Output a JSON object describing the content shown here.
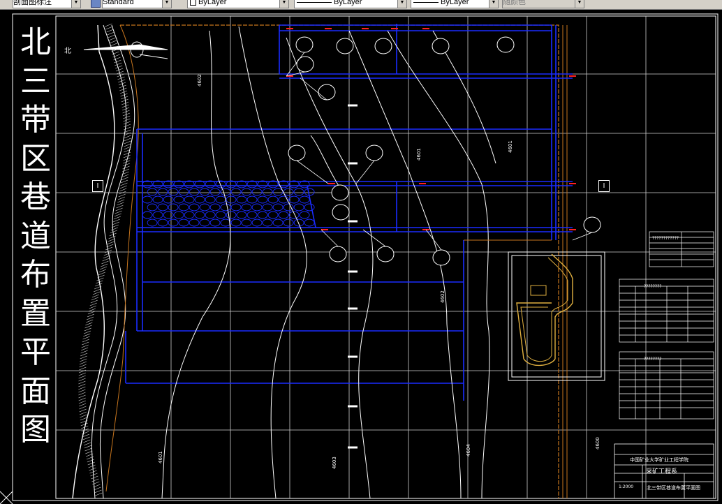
{
  "toolbar": {
    "dimstyle_combo": "剖面图标注",
    "textstyle_combo": "Standard",
    "layer_combo": "ByLayer",
    "linetype_combo": "ByLayer",
    "lineweight_combo": "ByLayer",
    "plotstyle_combo": "随颜色"
  },
  "drawing": {
    "title_chars": [
      "北",
      "三",
      "带",
      "区",
      "巷",
      "道",
      "布",
      "置",
      "平",
      "面",
      "图"
    ],
    "north_label": "北",
    "section_marker_left": "I",
    "section_marker_right": "I",
    "contour_labels": [
      "4602",
      "4601",
      "4604",
      "4603",
      "4602",
      "4600"
    ],
    "legend_table_titles": [
      "????????????",
      "????????",
      "????????"
    ],
    "title_block": {
      "institution": "中国矿业大学矿业工程学院",
      "department": "采矿工程系",
      "drawing_name": "北三带区巷道布置平面图",
      "scale": "1:2000"
    }
  },
  "colors": {
    "background": "#000000",
    "roadway": "#0a14d6",
    "contour": "#ffffff",
    "boundary": "#c8761e",
    "grid": "#ffffff",
    "marker": "#ff2020"
  }
}
